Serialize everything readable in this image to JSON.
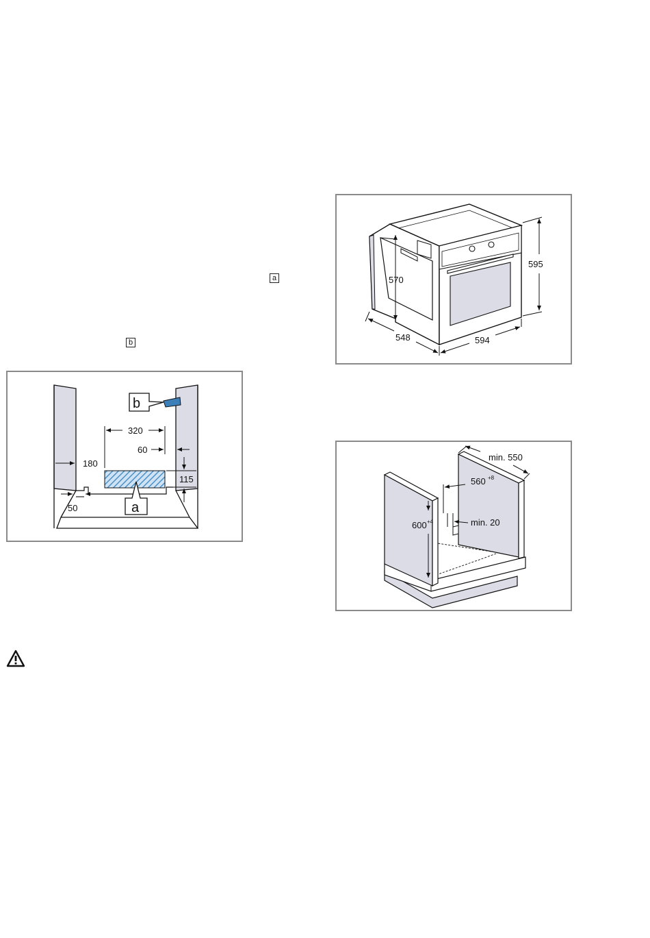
{
  "markers": {
    "a": "a",
    "b": "b"
  },
  "niche_diagram": {
    "dim_320": "320",
    "dim_60": "60",
    "dim_180": "180",
    "dim_115": "115",
    "dim_50": "50",
    "callout_a": "a",
    "callout_b": "b"
  },
  "oven_diagram": {
    "dim_595": "595",
    "dim_570": "570",
    "dim_548": "548",
    "dim_594": "594"
  },
  "cabinet_diagram": {
    "min_550": "min. 550",
    "dim_560": "560",
    "tol_560": "+8",
    "dim_600": "600",
    "tol_600": "+4",
    "min_20": "min. 20"
  },
  "colors": {
    "panel_fill": "#dcdce6",
    "hatch_blue": "#4a90c8",
    "frame": "#8a8a8a"
  },
  "icons": {
    "warning": "warning-triangle-icon"
  }
}
